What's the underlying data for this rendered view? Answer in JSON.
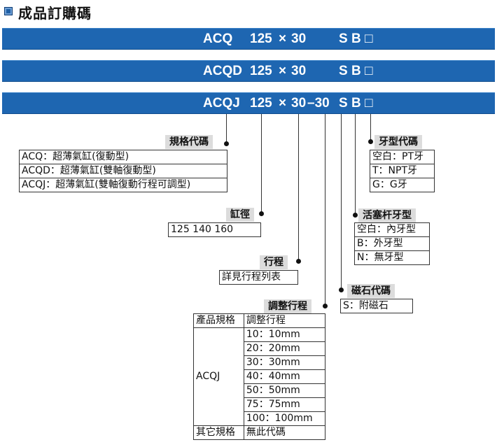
{
  "title": "成品訂購碼",
  "rows": [
    {
      "model": "ACQ",
      "size": "125",
      "times": "×",
      "stroke": "30",
      "adj": "",
      "magnet": "S",
      "rod": "B",
      "thread": "□"
    },
    {
      "model": "ACQD",
      "size": "125",
      "times": "×",
      "stroke": "30",
      "adj": "",
      "magnet": "S",
      "rod": "B",
      "thread": "□"
    },
    {
      "model": "ACQJ",
      "size": "125",
      "times": "×",
      "stroke": "30",
      "adj": "–30",
      "magnet": "S",
      "rod": "B",
      "thread": "□"
    }
  ],
  "model_code": {
    "label": "規格代碼",
    "items": [
      "ACQ：超薄氣缸(復動型)",
      "ACQD：超薄氣缸(雙軸復動型)",
      "ACQJ：超薄氣缸(雙軸復動行程可調型)"
    ]
  },
  "bore": {
    "label": "缸徑",
    "value": "125  140  160"
  },
  "stroke": {
    "label": "行程",
    "value": "詳見行程列表"
  },
  "adjust": {
    "label": "調整行程",
    "header": [
      "產品規格",
      "調整行程"
    ],
    "model": "ACQJ",
    "values": [
      "10：10mm",
      "20：20mm",
      "30：30mm",
      "40：40mm",
      "50：50mm",
      "75：75mm",
      "100：100mm"
    ],
    "other": [
      "其它規格",
      "無此代碼"
    ]
  },
  "magnet": {
    "label": "磁石代碼",
    "items": [
      "S：附磁石"
    ]
  },
  "rod_thread": {
    "label": "活塞杆牙型",
    "items": [
      "空白：內牙型",
      "B：外牙型",
      "N：無牙型"
    ]
  },
  "thread_type": {
    "label": "牙型代碼",
    "items": [
      "空白：PT牙",
      "T：NPT牙",
      "G：G牙"
    ]
  },
  "colors": {
    "band": "#1e66b1",
    "label_bg": "#dcdcdc"
  }
}
